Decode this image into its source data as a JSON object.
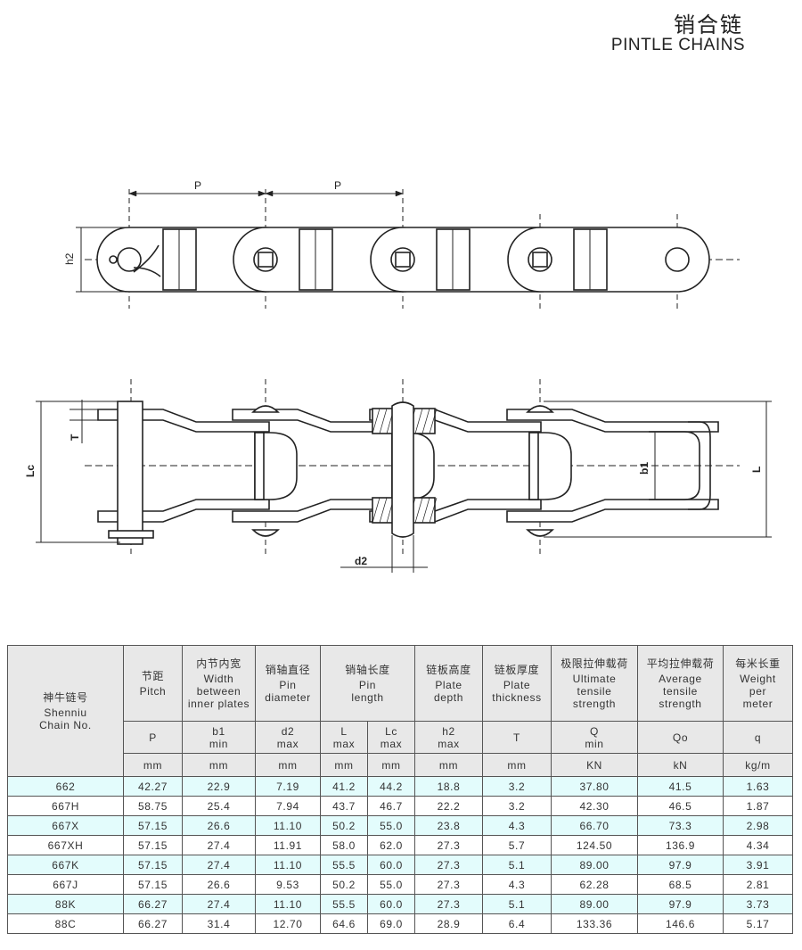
{
  "header": {
    "title_cn": "销合链",
    "title_en": "PINTLE CHAINS"
  },
  "diagram_labels": {
    "pitch_1": "P",
    "pitch_2": "P",
    "plate_depth": "h2",
    "plate_thickness": "T",
    "pin_length_c": "Lc",
    "inner_width": "b1",
    "pin_length": "L",
    "pin_diameter": "d2"
  },
  "table": {
    "chain_no": {
      "cn": "神牛链号",
      "en1": "Shenniu",
      "en2": "Chain No."
    },
    "groups": [
      {
        "cn": "节距",
        "en": [
          "Pitch"
        ]
      },
      {
        "cn": "内节内宽",
        "en": [
          "Width",
          "between",
          "inner plates"
        ]
      },
      {
        "cn": "销轴直径",
        "en": [
          "Pin",
          "diameter"
        ]
      },
      {
        "cn": "销轴长度",
        "en": [
          "Pin",
          "length"
        ]
      },
      {
        "cn": "链板高度",
        "en": [
          "Plate",
          "depth"
        ]
      },
      {
        "cn": "链板厚度",
        "en": [
          "Plate",
          "thickness"
        ]
      },
      {
        "cn": "极限拉伸载荷",
        "en": [
          "Ultimate",
          "tensile",
          "strength"
        ]
      },
      {
        "cn": "平均拉伸载荷",
        "en": [
          "Average",
          "tensile",
          "strength"
        ]
      },
      {
        "cn": "每米长重",
        "en": [
          "Weight",
          "per",
          "meter"
        ]
      }
    ],
    "symbols": [
      [
        "P",
        ""
      ],
      [
        "b1",
        "min"
      ],
      [
        "d2",
        "max"
      ],
      [
        "L",
        "max"
      ],
      [
        "Lc",
        "max"
      ],
      [
        "h2",
        "max"
      ],
      [
        "T",
        ""
      ],
      [
        "Q",
        "min"
      ],
      [
        "Qo",
        ""
      ],
      [
        "q",
        ""
      ]
    ],
    "units": [
      "mm",
      "mm",
      "mm",
      "mm",
      "mm",
      "mm",
      "mm",
      "KN",
      "kN",
      "kg/m"
    ],
    "rows": [
      [
        "662",
        "42.27",
        "22.9",
        "7.19",
        "41.2",
        "44.2",
        "18.8",
        "3.2",
        "37.80",
        "41.5",
        "1.63"
      ],
      [
        "667H",
        "58.75",
        "25.4",
        "7.94",
        "43.7",
        "46.7",
        "22.2",
        "3.2",
        "42.30",
        "46.5",
        "1.87"
      ],
      [
        "667X",
        "57.15",
        "26.6",
        "11.10",
        "50.2",
        "55.0",
        "23.8",
        "4.3",
        "66.70",
        "73.3",
        "2.98"
      ],
      [
        "667XH",
        "57.15",
        "27.4",
        "11.91",
        "58.0",
        "62.0",
        "27.3",
        "5.7",
        "124.50",
        "136.9",
        "4.34"
      ],
      [
        "667K",
        "57.15",
        "27.4",
        "11.10",
        "55.5",
        "60.0",
        "27.3",
        "5.1",
        "89.00",
        "97.9",
        "3.91"
      ],
      [
        "667J",
        "57.15",
        "26.6",
        "9.53",
        "50.2",
        "55.0",
        "27.3",
        "4.3",
        "62.28",
        "68.5",
        "2.81"
      ],
      [
        "88K",
        "66.27",
        "27.4",
        "11.10",
        "55.5",
        "60.0",
        "27.3",
        "5.1",
        "89.00",
        "97.9",
        "3.73"
      ],
      [
        "88C",
        "66.27",
        "31.4",
        "12.70",
        "64.6",
        "69.0",
        "28.9",
        "6.4",
        "133.36",
        "146.6",
        "5.17"
      ]
    ],
    "row_highlight": "#e3fcfc"
  }
}
